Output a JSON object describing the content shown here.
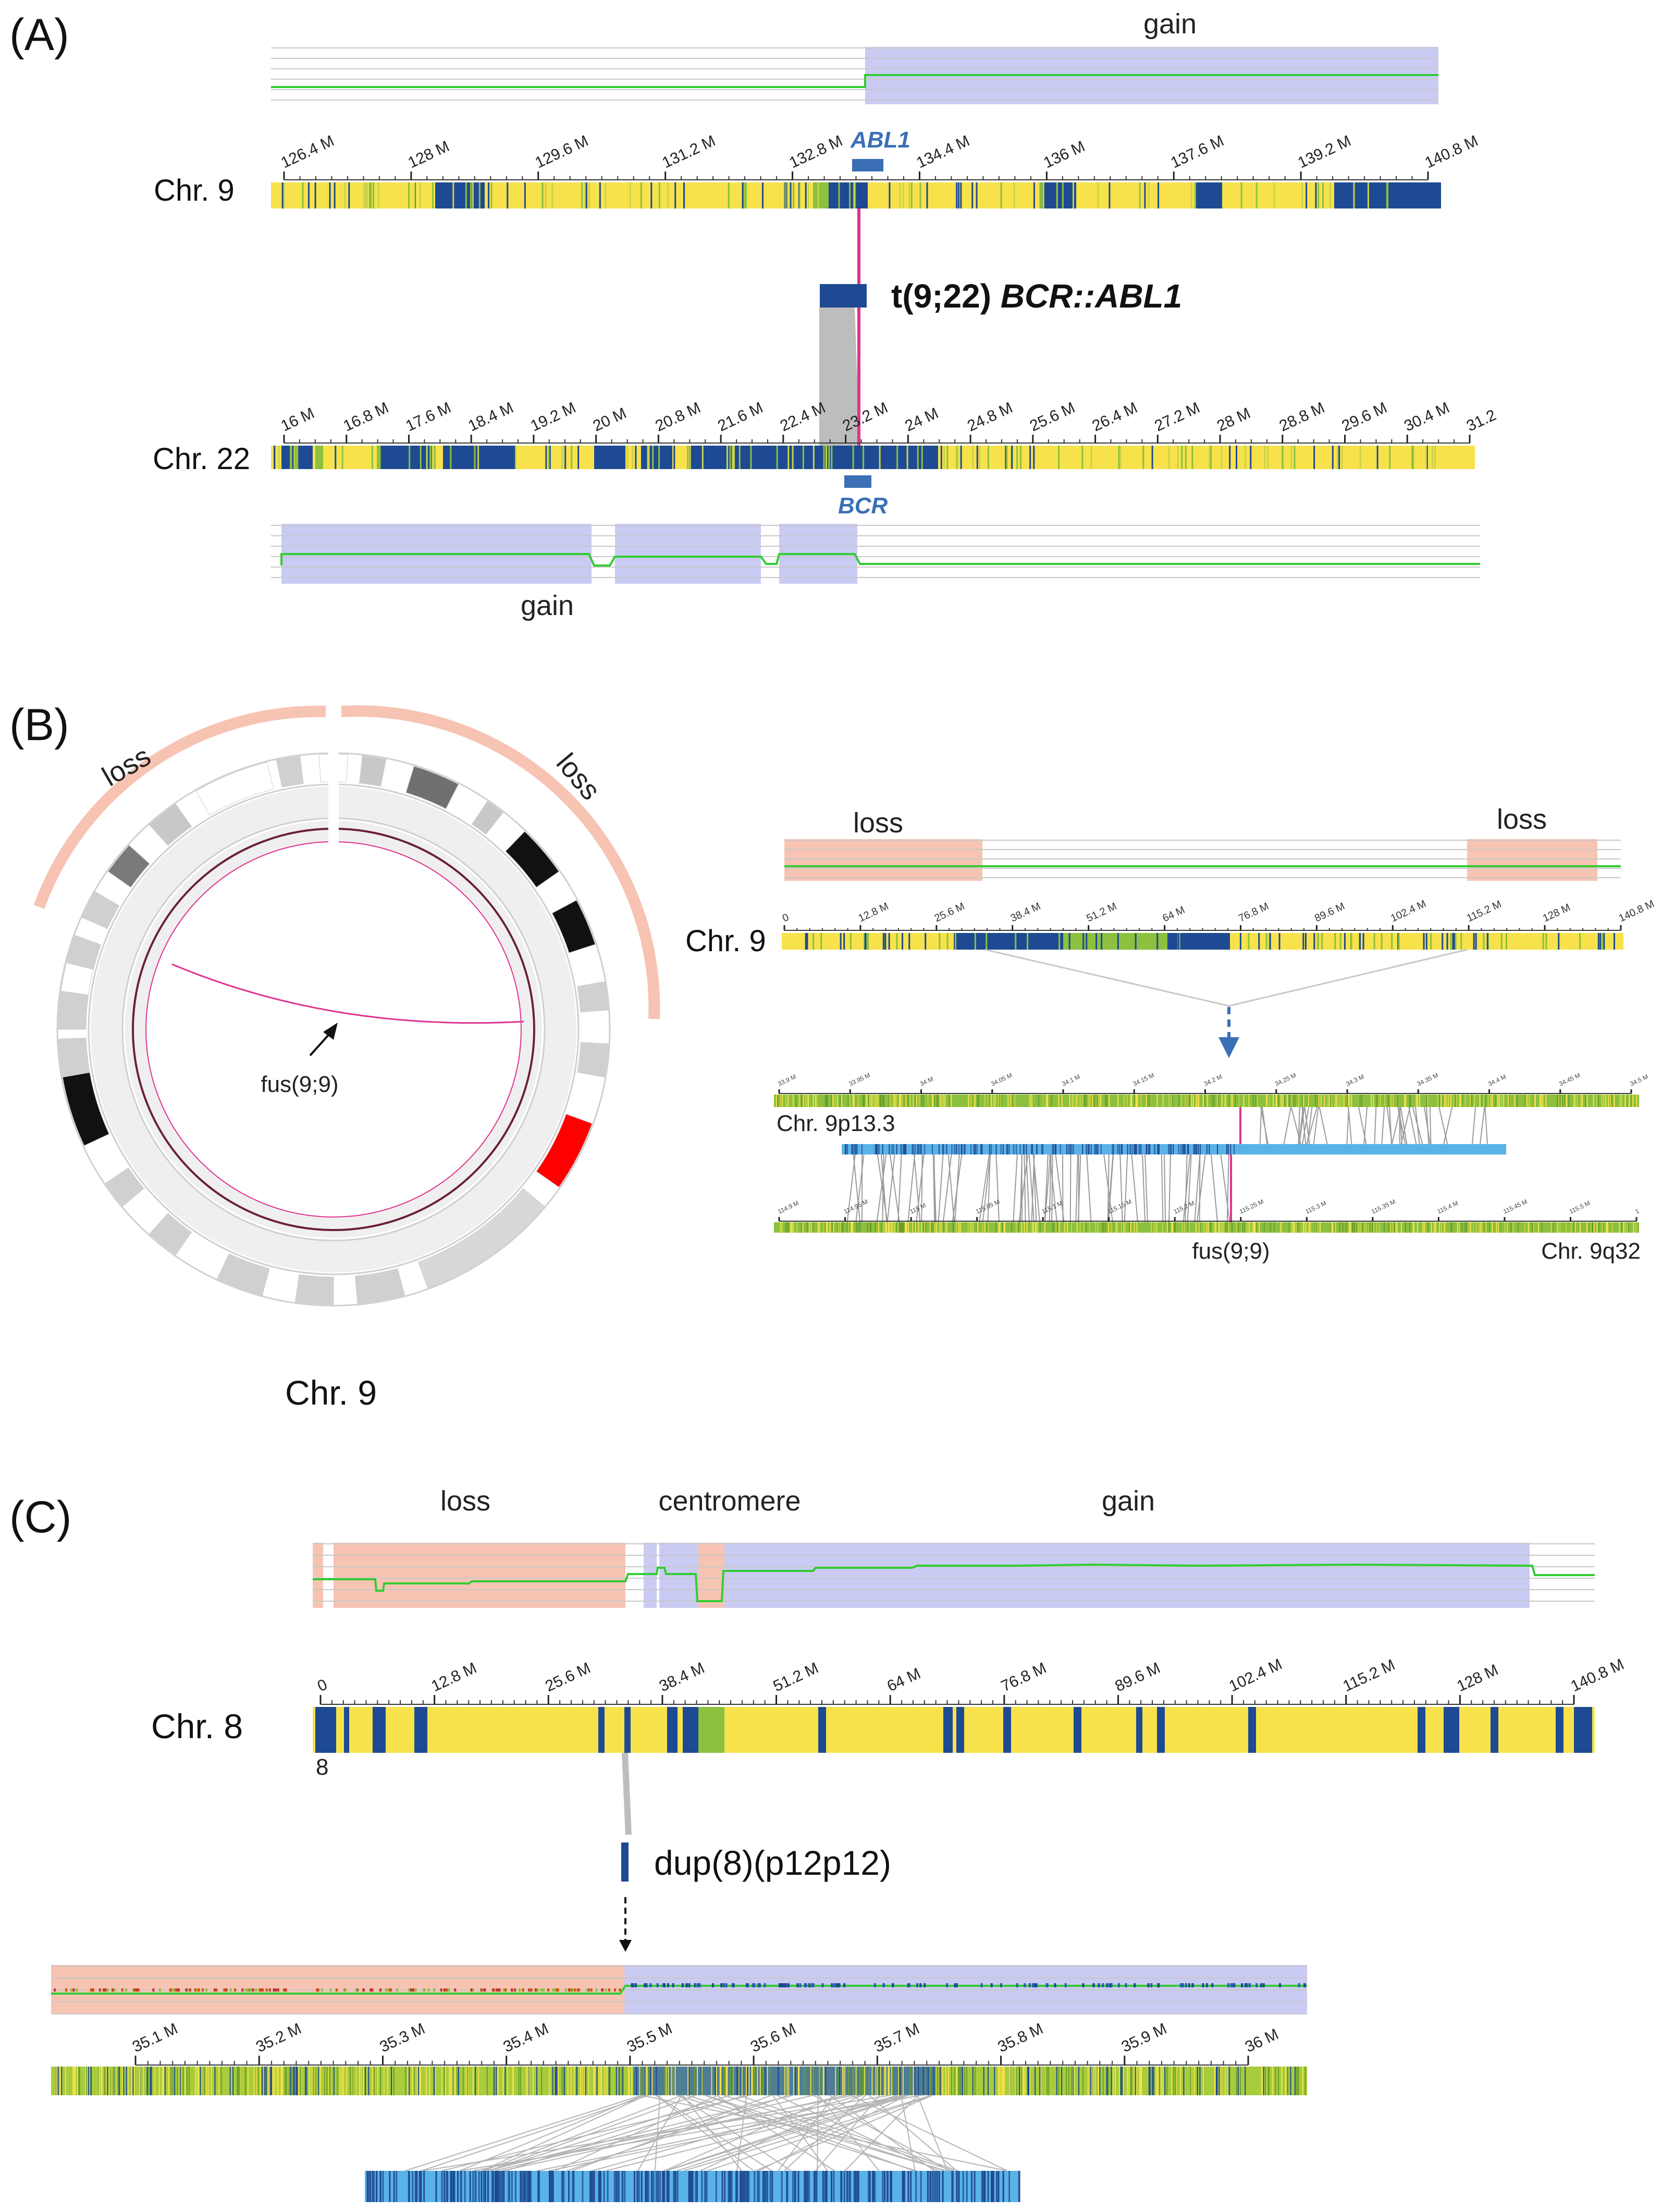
{
  "colors": {
    "gain_band": "#c9cbf3",
    "loss_band": "#f7c3b3",
    "cnv_line": "#33cc33",
    "ideo_yellow": "#f7e24b",
    "ideo_blue": "#1e4a93",
    "ideo_green": "#8cc03e",
    "fusion": "#e0338f",
    "light_blue": "#5ab3e6",
    "gene_blue": "#3a6fb5"
  },
  "panelA": {
    "label": "(A)",
    "gain_top_label": "gain",
    "gain_bottom_label": "gain",
    "chr9_label": "Chr. 9",
    "chr22_label": "Chr. 22",
    "gene_top": "ABL1",
    "gene_bottom": "BCR",
    "event_prefix": "t(9;22) ",
    "event_fusion": "BCR::ABL1",
    "chr9_ticks": [
      "126.4 M",
      "128 M",
      "129.6 M",
      "131.2 M",
      "132.8 M",
      "134.4 M",
      "136 M",
      "137.6 M",
      "139.2 M",
      "140.8 M"
    ],
    "chr22_ticks": [
      "16 M",
      "16.8 M",
      "17.6 M",
      "18.4 M",
      "19.2 M",
      "20 M",
      "20.8 M",
      "21.6 M",
      "22.4 M",
      "23.2 M",
      "24 M",
      "24.8 M",
      "25.6 M",
      "26.4 M",
      "27.2 M",
      "28 M",
      "28.8 M",
      "29.6 M",
      "30.4 M",
      "31.2"
    ]
  },
  "panelB": {
    "label": "(B)",
    "loss_left": "loss",
    "loss_right": "loss",
    "circos_title": "Chr. 9",
    "fus_circle_label": "fus(9;9)",
    "linear_loss_left": "loss",
    "linear_loss_right": "loss",
    "chr9_label": "Chr. 9",
    "band_p": "Chr. 9p13.3",
    "band_q": "Chr. 9q32",
    "fus_linear_label": "fus(9;9)",
    "chr9_ticks": [
      "0",
      "12.8 M",
      "25.6 M",
      "38.4 M",
      "51.2 M",
      "64 M",
      "76.8 M",
      "89.6 M",
      "102.4 M",
      "115.2 M",
      "128 M",
      "140.8 M"
    ],
    "zoom_p_ticks": [
      "33.9 M",
      "33.95 M",
      "34 M",
      "34.05 M",
      "34.1 M",
      "34.15 M",
      "34.2 M",
      "34.25 M",
      "34.3 M",
      "34.35 M",
      "34.4 M",
      "34.45 M",
      "34.5 M"
    ],
    "zoom_q_ticks": [
      "114.9 M",
      "114.95 M",
      "115 M",
      "115.05 M",
      "115.1 M",
      "115.15 M",
      "115.2 M",
      "115.25 M",
      "115.3 M",
      "115.35 M",
      "115.4 M",
      "115.45 M",
      "115.5 M",
      "1"
    ]
  },
  "panelC": {
    "label": "(C)",
    "loss_label": "loss",
    "centromere_label": "centromere",
    "gain_label": "gain",
    "chr8_label": "Chr. 8",
    "chr8_num": "8",
    "event": "dup(8)(p12p12)",
    "chr8_ticks": [
      "0",
      "12.8 M",
      "25.6 M",
      "38.4 M",
      "51.2 M",
      "64 M",
      "76.8 M",
      "89.6 M",
      "102.4 M",
      "115.2 M",
      "128 M",
      "140.8 M"
    ],
    "zoom_ticks": [
      "35.1 M",
      "35.2 M",
      "35.3 M",
      "35.4 M",
      "35.5 M",
      "35.6 M",
      "35.7 M",
      "35.8 M",
      "35.9 M",
      "36 M"
    ]
  }
}
